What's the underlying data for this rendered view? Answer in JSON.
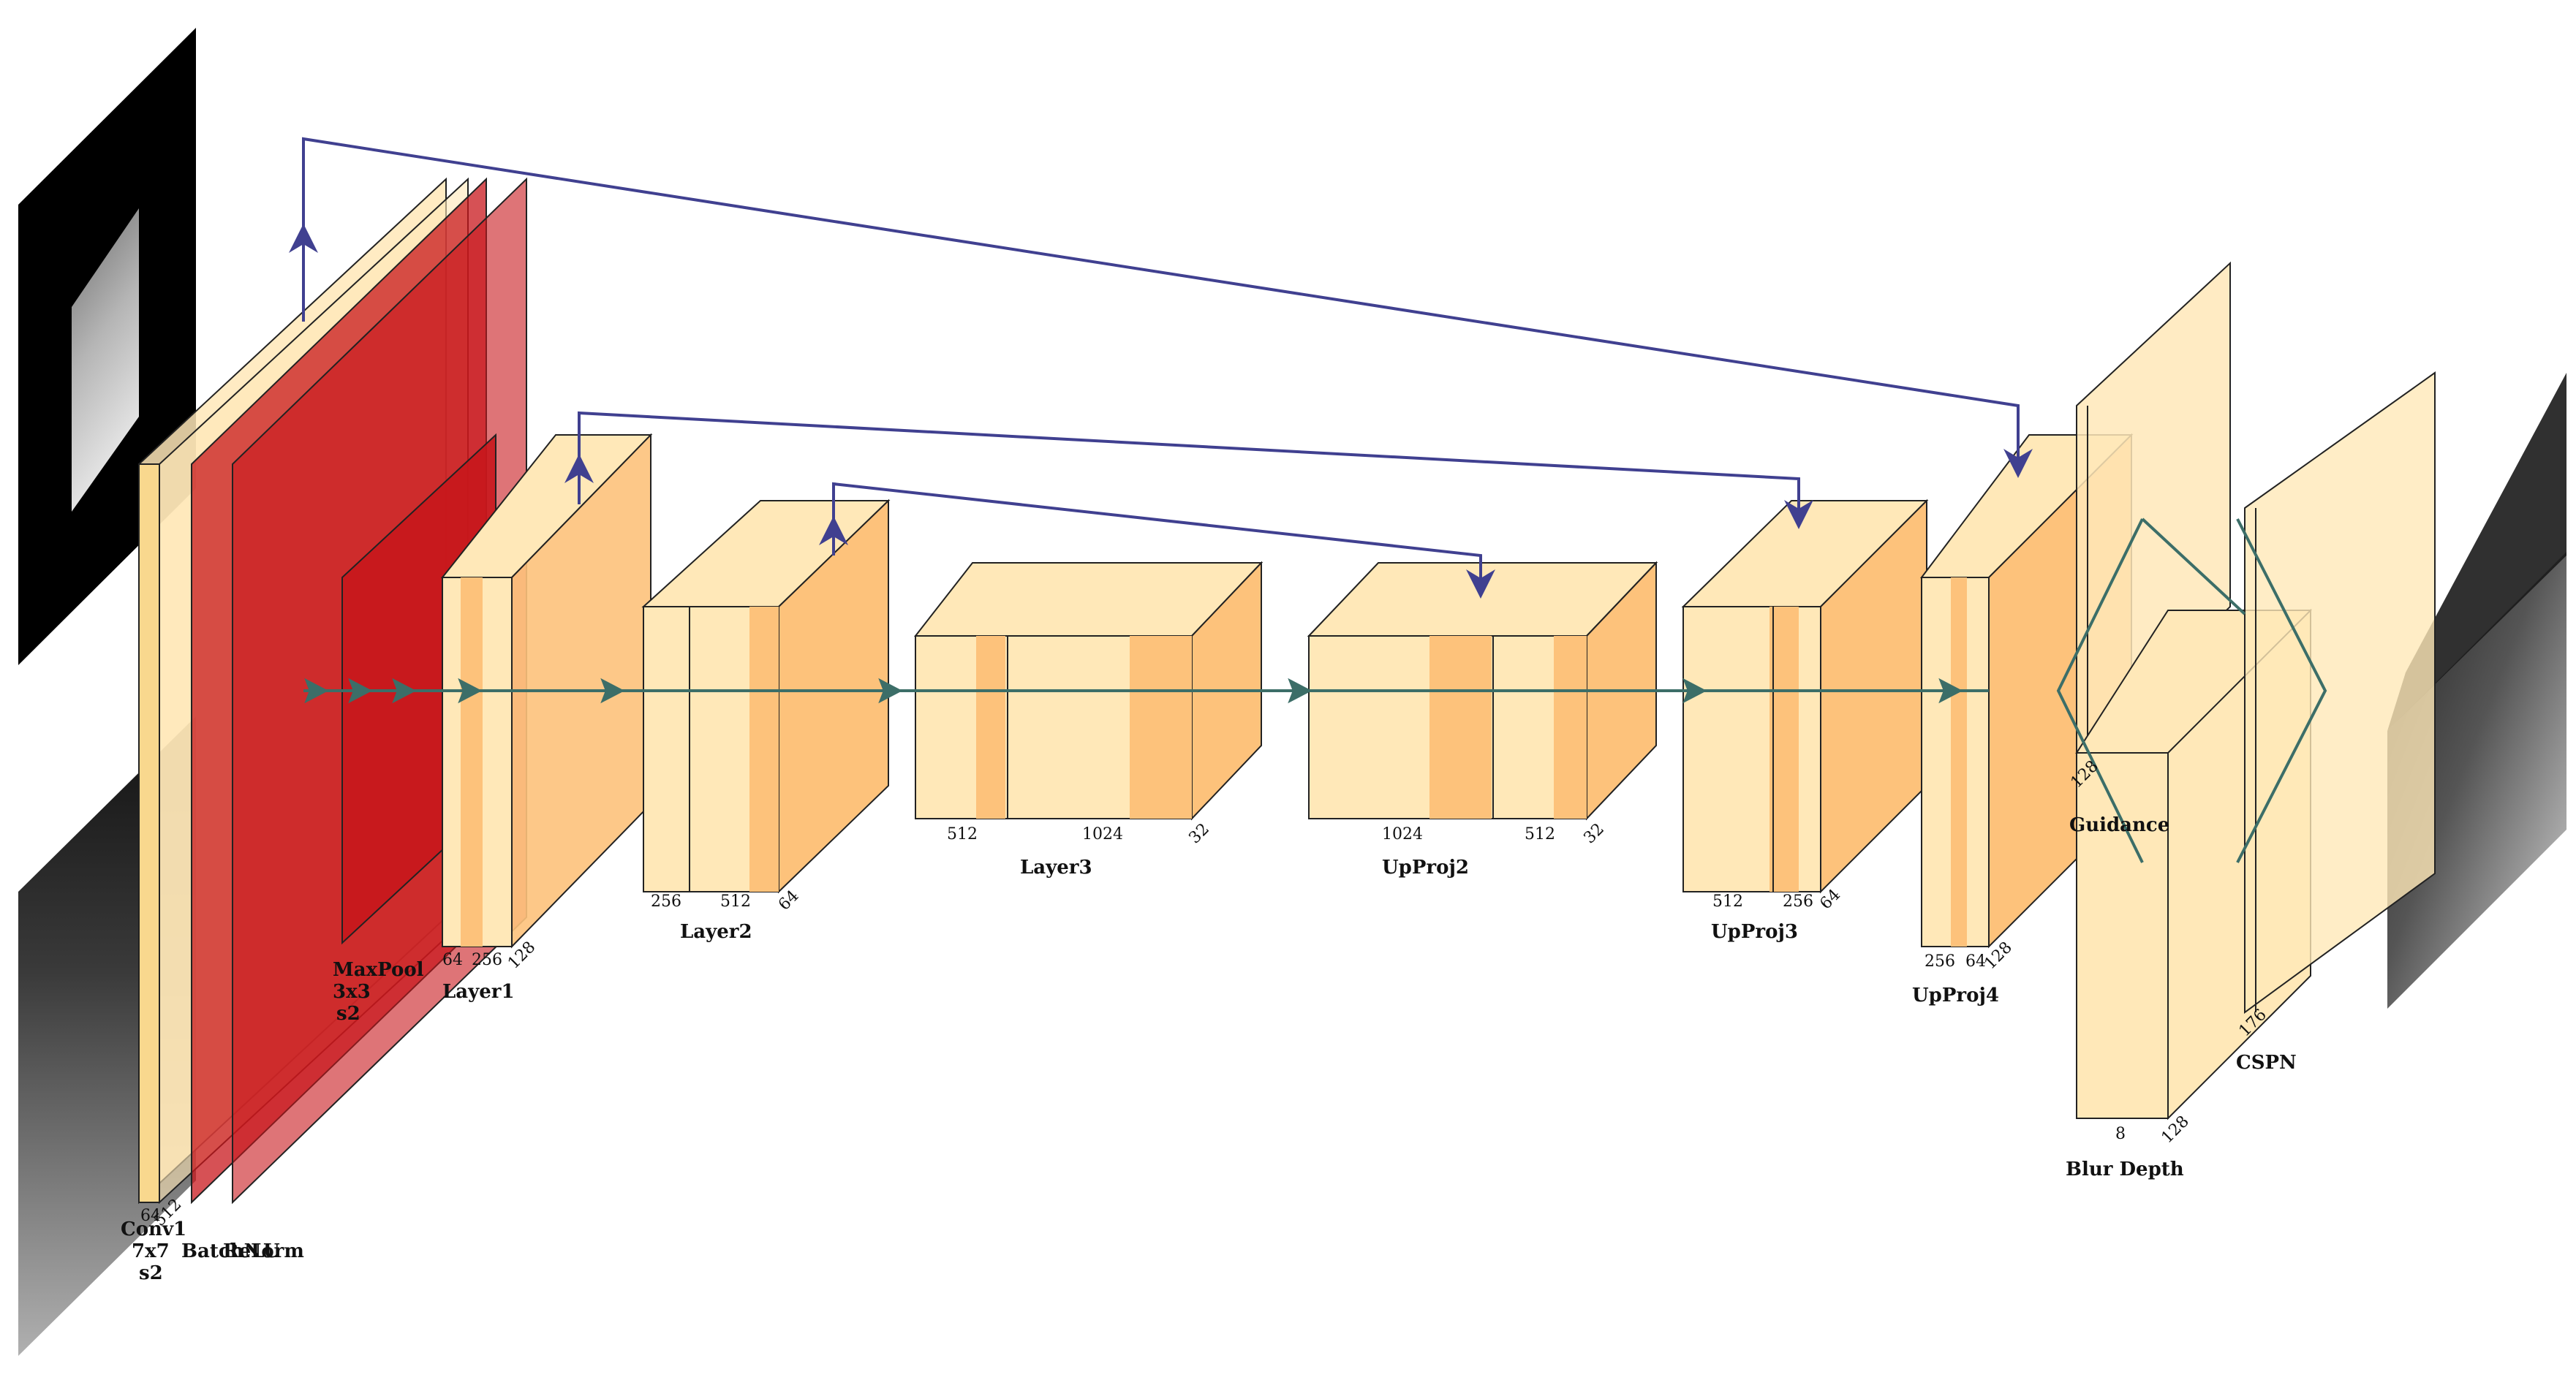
{
  "labels": {
    "conv1": [
      "Conv1",
      "7x7",
      "s2"
    ],
    "batchnorm": "BatchNorm",
    "relu": "ReLU",
    "maxpool": [
      "MaxPool",
      "3x3",
      "s2"
    ],
    "layer1": "Layer1",
    "layer2": "Layer2",
    "layer3": "Layer3",
    "upproj2": "UpProj2",
    "upproj3": "UpProj3",
    "upproj4": "UpProj4",
    "guidance": "Guidance",
    "blur_depth": "Blur Depth",
    "cspn": "CSPN"
  },
  "dims": {
    "conv1": [
      "64",
      "512"
    ],
    "layer1": [
      "64",
      "256",
      "128"
    ],
    "layer2": [
      "256",
      "512",
      "64"
    ],
    "layer3": [
      "512",
      "1024",
      "32"
    ],
    "upproj2": [
      "1024",
      "512",
      "32"
    ],
    "upproj3": [
      "512",
      "256",
      "64"
    ],
    "upproj4": [
      "256",
      "64",
      "128"
    ],
    "guidance": "128",
    "blur_depth": [
      "8",
      "128"
    ],
    "cspn": "176"
  },
  "colors": {
    "conv": "#FFE8B8",
    "conv_dark": "#FDC27B",
    "relu": "#C8171C",
    "skip": "#404090",
    "flow": "#3C6E68"
  }
}
